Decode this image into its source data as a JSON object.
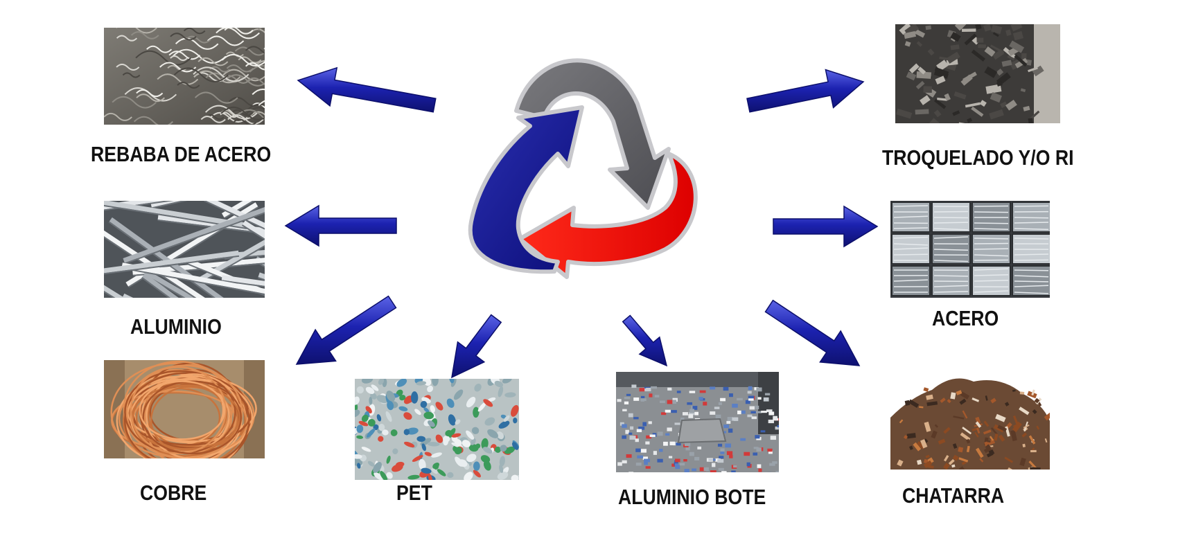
{
  "diagram": {
    "logo": {
      "name": "recycling-triangle-logo",
      "colors": [
        "#5f5f63",
        "#ee1111",
        "#12148f"
      ]
    },
    "arrow_color": "#1c22b0",
    "materials": [
      {
        "id": "rebaba-de-acero",
        "label": "REBABA DE ACERO",
        "side": "left"
      },
      {
        "id": "aluminio",
        "label": "ALUMINIO",
        "side": "left"
      },
      {
        "id": "cobre",
        "label": "COBRE",
        "side": "left"
      },
      {
        "id": "pet",
        "label": "PET",
        "side": "bottom"
      },
      {
        "id": "aluminio-bote",
        "label": "ALUMINIO BOTE",
        "side": "bottom"
      },
      {
        "id": "troquelado",
        "label": "TROQUELADO Y/O RI",
        "side": "right"
      },
      {
        "id": "acero",
        "label": "ACERO",
        "side": "right"
      },
      {
        "id": "chatarra",
        "label": "CHATARRA",
        "side": "right"
      }
    ]
  }
}
